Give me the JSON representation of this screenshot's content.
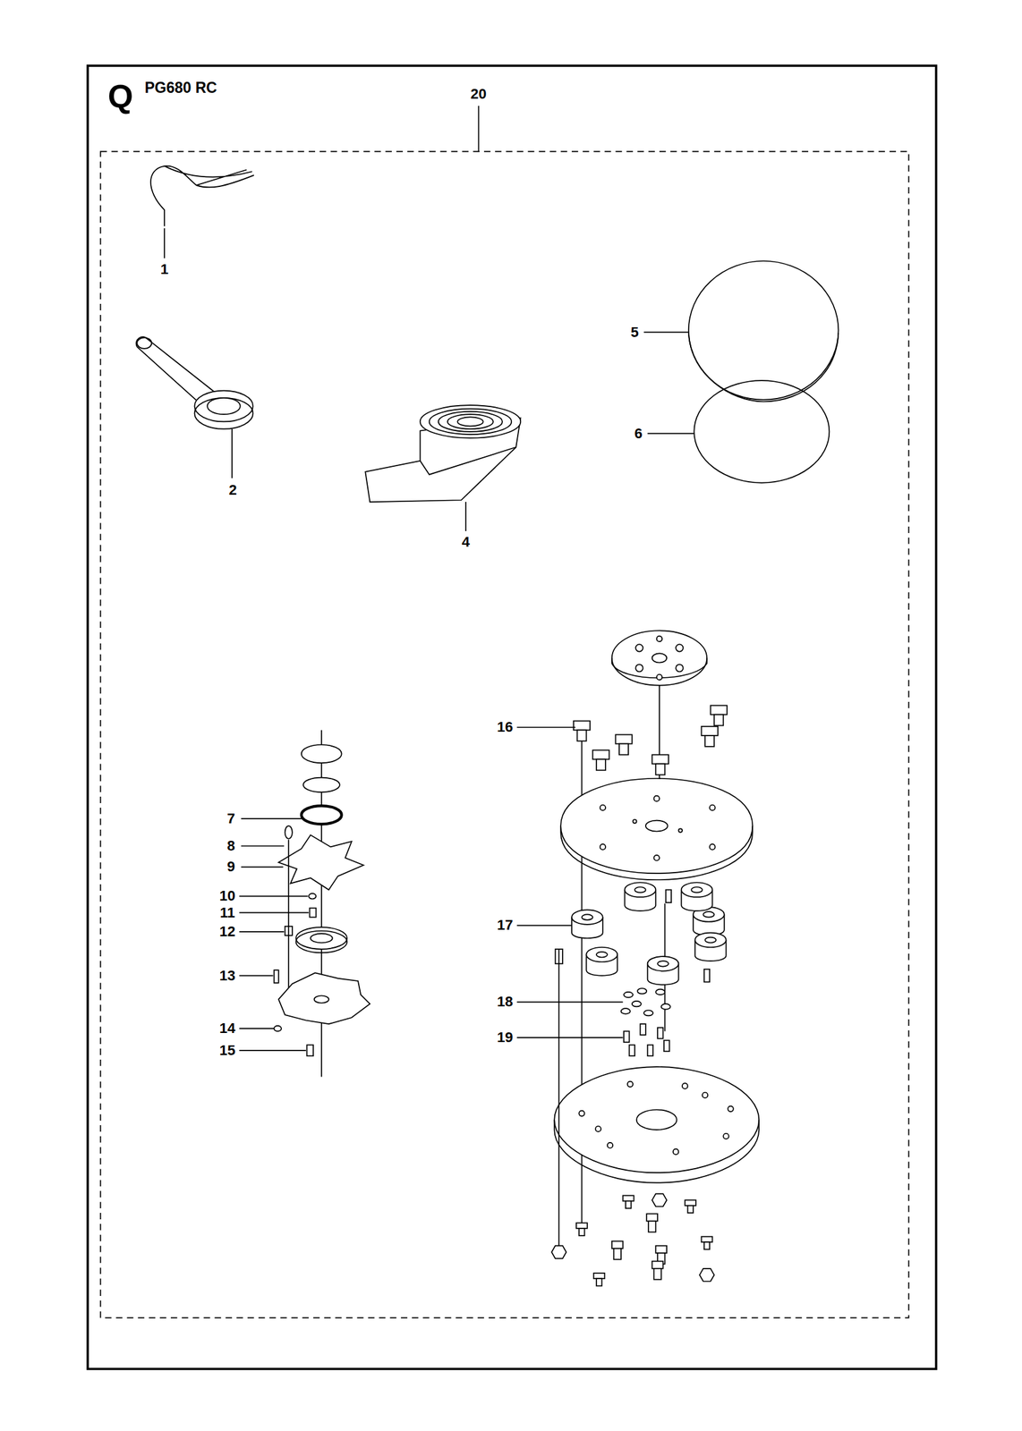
{
  "diagram": {
    "title": "PG680 RC",
    "labels": [
      "Q",
      "20",
      "1",
      "2",
      "4",
      "5",
      "6",
      "7",
      "8",
      "9",
      "10",
      "11",
      "12",
      "13",
      "14",
      "15",
      "16",
      "17",
      "18",
      "19"
    ]
  }
}
